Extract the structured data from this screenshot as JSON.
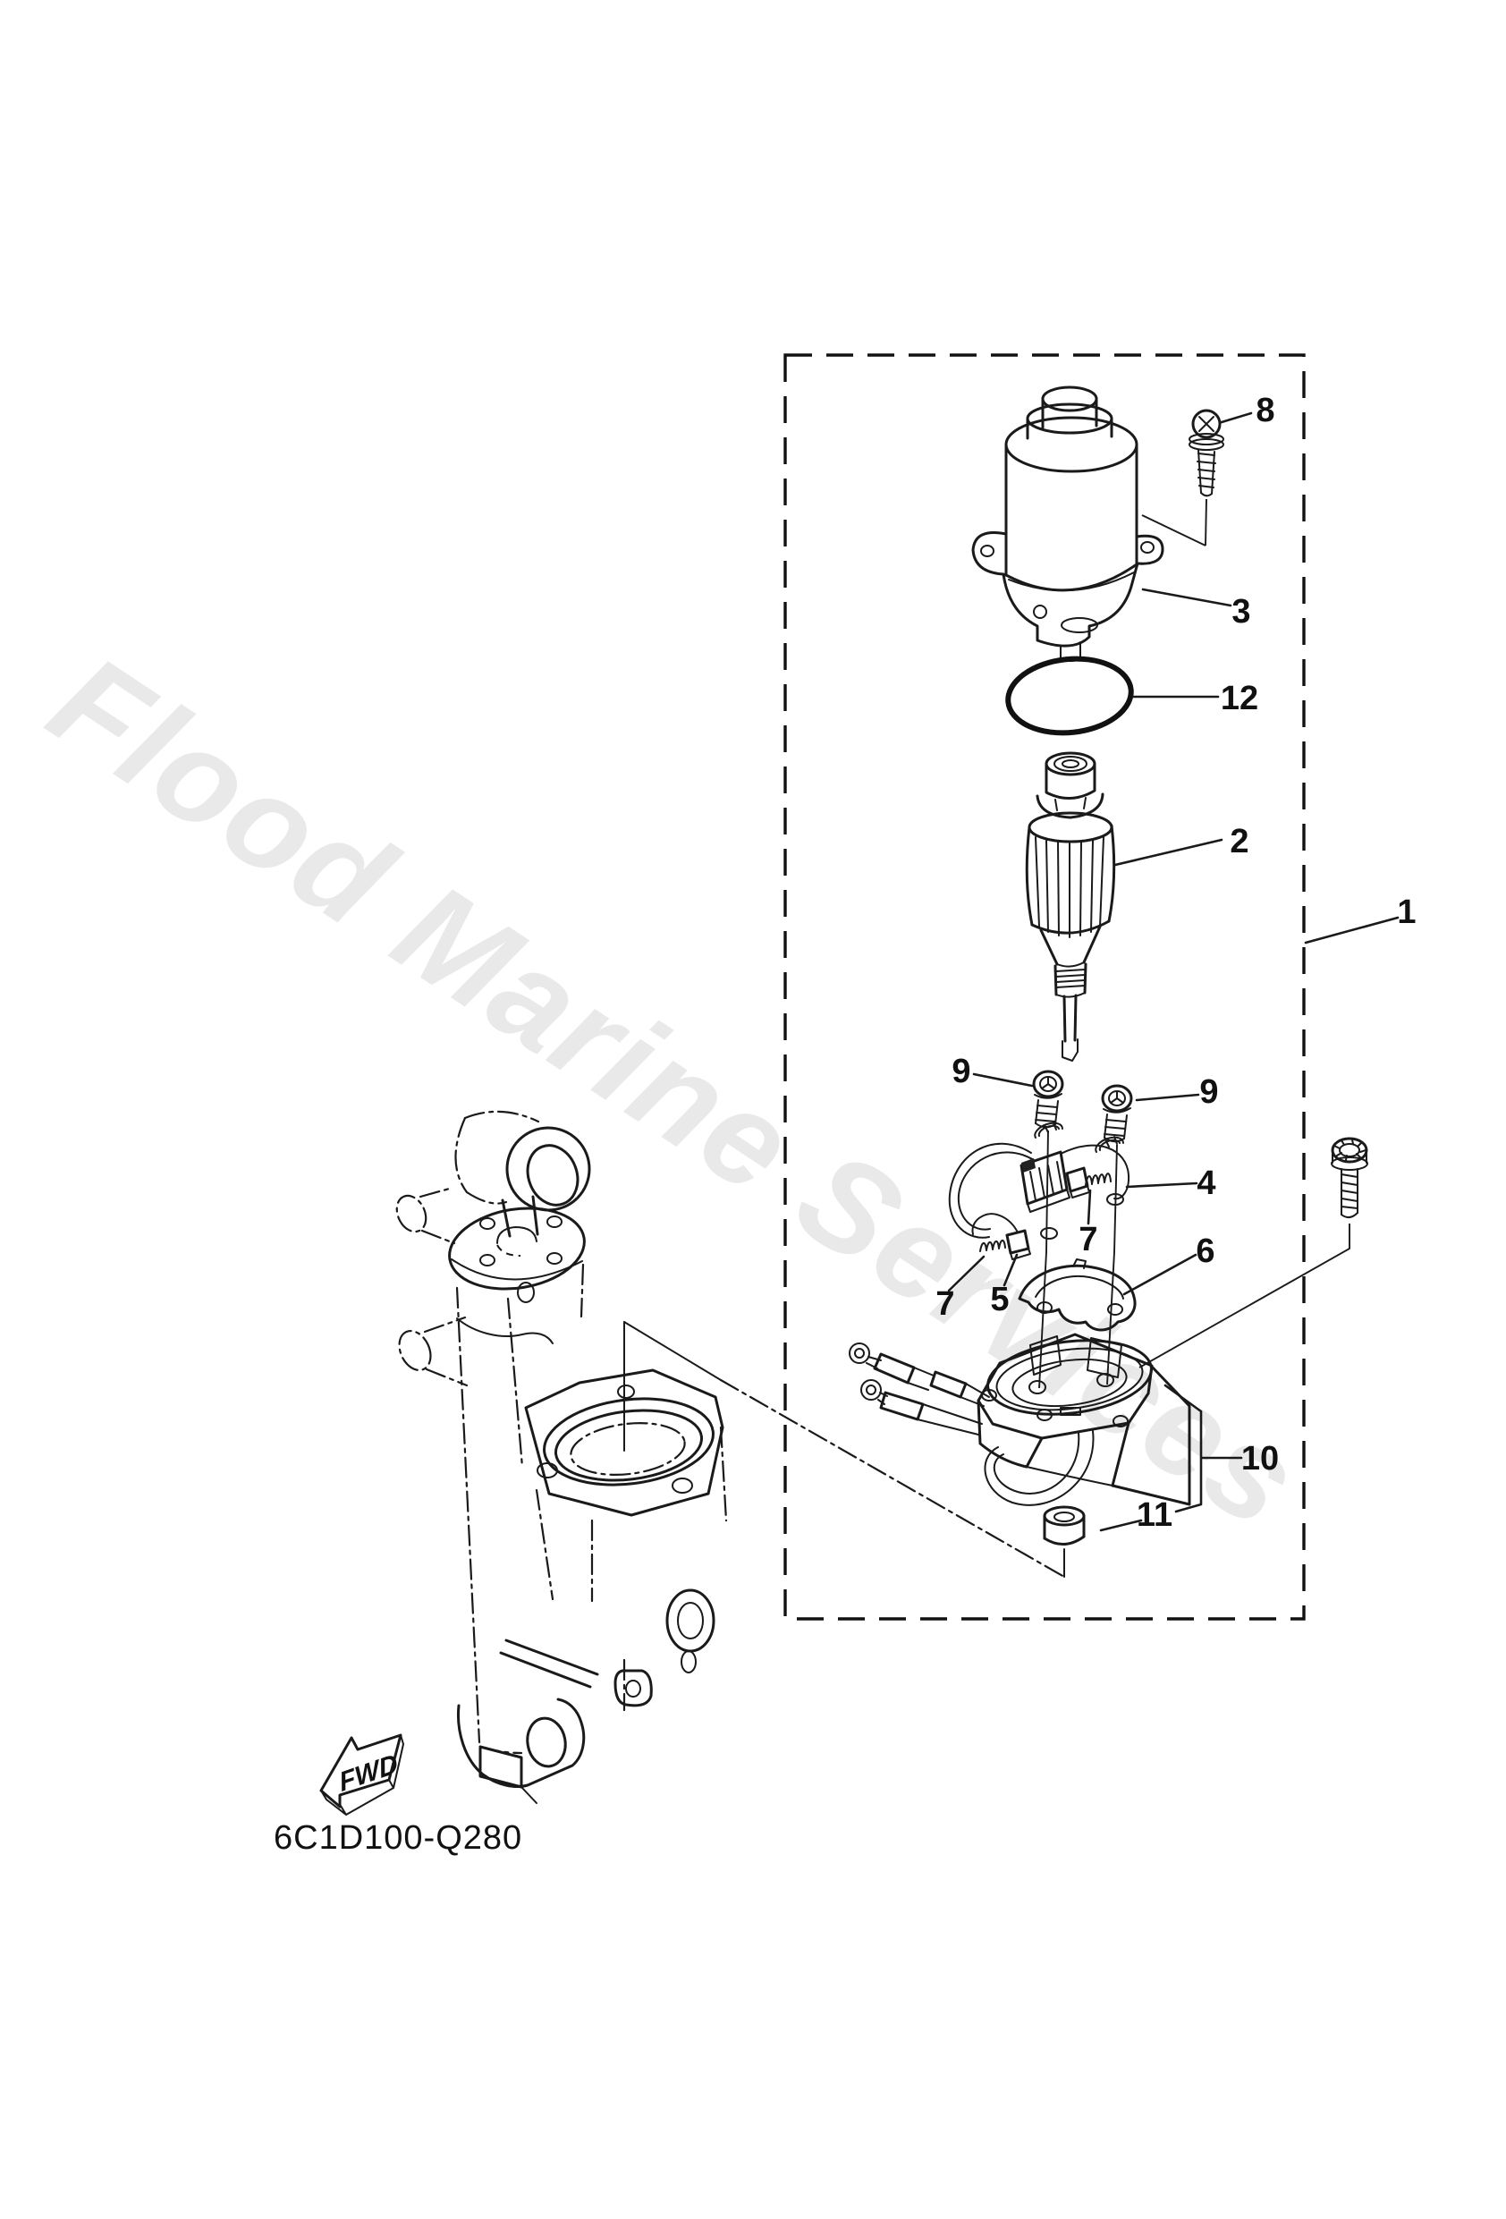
{
  "watermark": {
    "text": "Flood Marine Services",
    "color": "#e9e9e9"
  },
  "diagram": {
    "drawing_code": "6C1D100-Q280",
    "direction_arrow_label": "FWD",
    "callouts": {
      "c1": "1",
      "c2": "2",
      "c3": "3",
      "c4": "4",
      "c5": "5",
      "c6": "6",
      "c7": "7",
      "c8": "8",
      "c9": "9",
      "c10": "10",
      "c11": "11",
      "c12": "12"
    }
  },
  "colors": {
    "line": "#1a1a1a",
    "background": "#ffffff",
    "watermark": "#e9e9e9"
  }
}
